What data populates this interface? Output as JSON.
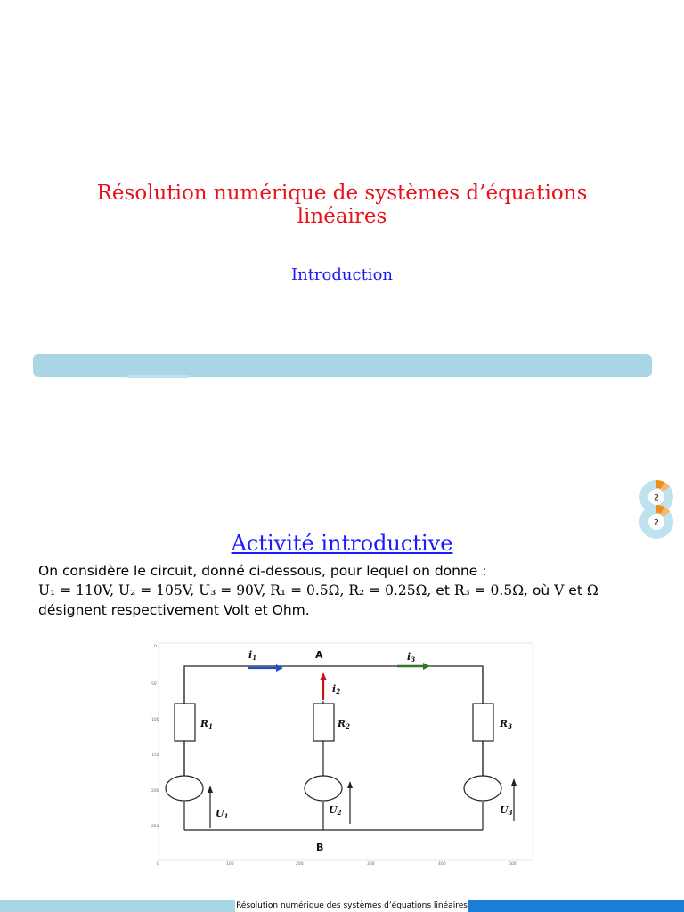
{
  "document": {
    "title": "Résolution numérique de systèmes d’équations linéaires",
    "section": "Introduction"
  },
  "progress": {
    "current_1": "2",
    "current_2": "2"
  },
  "frame": {
    "title": "Activité introductive",
    "line1": "On considère le circuit, donné ci-dessous, pour lequel on donne :",
    "values_line": "U₁ = 110V, U₂ = 105V, U₃ = 90V, R₁ = 0.5Ω, R₂ = 0.25Ω,",
    "values_and": " et ",
    "values_r3": "R₃ = 0.5Ω,",
    "values_where": " où ",
    "values_v": "V",
    "values_et2": " et ",
    "values_ohm": "Ω",
    "line3": "désignent respectivement Volt et Ohm."
  },
  "circuit": {
    "node_top": "A",
    "node_bottom": "B",
    "current_1": "i",
    "current_1_sub": "1",
    "current_2": "i",
    "current_2_sub": "2",
    "current_3": "i",
    "current_3_sub": "3",
    "r1": "R",
    "r1_sub": "1",
    "r2": "R",
    "r2_sub": "2",
    "r3": "R",
    "r3_sub": "3",
    "u1": "U",
    "u1_sub": "1",
    "u2": "U",
    "u2_sub": "2",
    "u3": "U",
    "u3_sub": "3",
    "y_ticks": [
      "0",
      "50",
      "100",
      "150",
      "200",
      "250"
    ],
    "x_ticks": [
      "0",
      "100",
      "200",
      "300",
      "400",
      "500"
    ],
    "colors": {
      "i1": "#1f4fd1",
      "i2": "#cc1111",
      "i3": "#2a7a2a"
    }
  },
  "footer": {
    "text": "Résolution numérique des systèmes d’équations linéaires"
  },
  "colors": {
    "title": "#e8121c",
    "link": "#1a1aff",
    "bar": "#a9d6e5",
    "footer_blue": "#1a7ed8"
  }
}
